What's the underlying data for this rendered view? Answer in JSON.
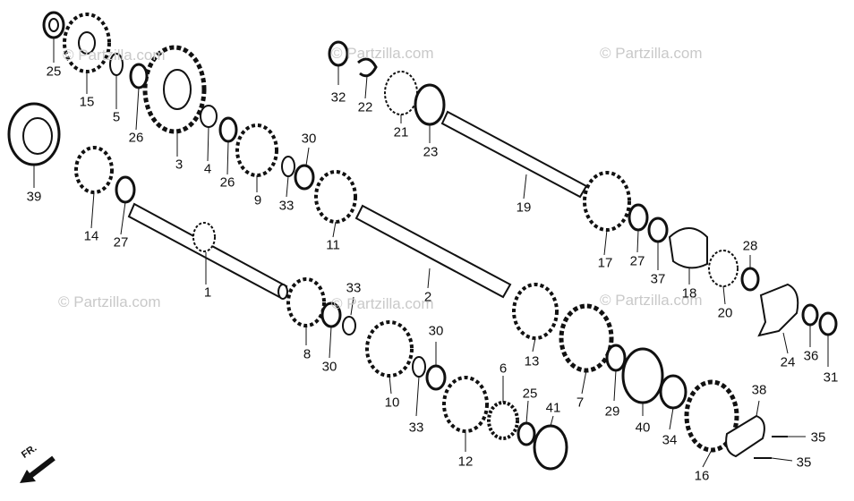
{
  "watermark": {
    "text": "© Partzilla.com"
  },
  "front_indicator": {
    "text": "FR."
  },
  "labels": [
    "25",
    "15",
    "5",
    "26",
    "3",
    "4",
    "26",
    "9",
    "33",
    "30",
    "39",
    "14",
    "27",
    "11",
    "1",
    "32",
    "22",
    "21",
    "23",
    "19",
    "17",
    "27",
    "37",
    "18",
    "28",
    "20",
    "24",
    "36",
    "31",
    "2",
    "8",
    "30",
    "33",
    "10",
    "33",
    "30",
    "12",
    "6",
    "25",
    "41",
    "13",
    "7",
    "29",
    "40",
    "34",
    "16",
    "38",
    "35",
    "35"
  ]
}
